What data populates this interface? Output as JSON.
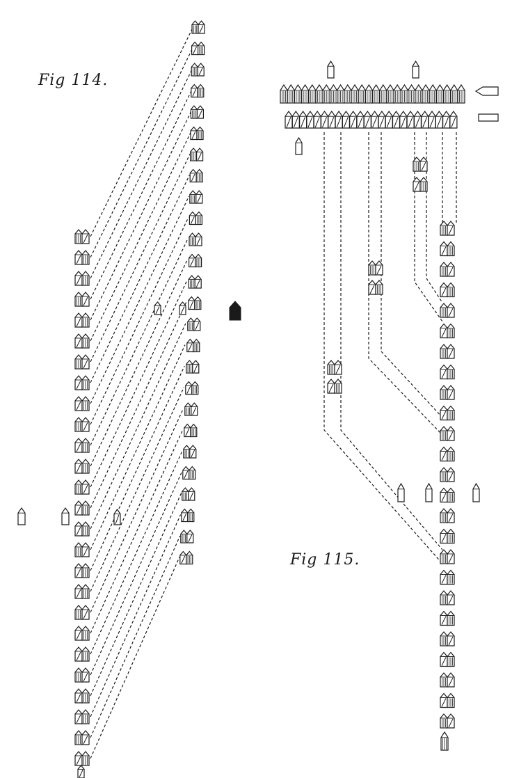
{
  "figures": [
    {
      "id": "fig114",
      "caption": "Fig 114."
    },
    {
      "id": "fig115",
      "caption": "Fig 115."
    }
  ],
  "colors": {
    "ink": "#1a1a1a",
    "paper": "#ffffff"
  }
}
